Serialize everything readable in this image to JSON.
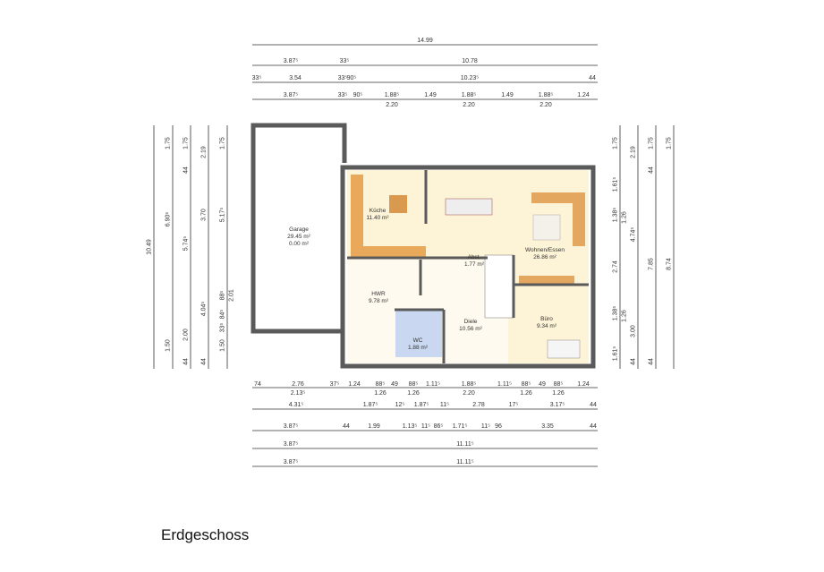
{
  "title": "Erdgeschoss",
  "rooms": {
    "garage": {
      "name": "Garage",
      "area": "29.45 m²",
      "area2": "0.00 m²"
    },
    "kueche": {
      "name": "Küche",
      "area": "11.40 m²"
    },
    "wohnen": {
      "name": "Wohnen/Essen",
      "area": "26.86 m²"
    },
    "abst": {
      "name": "Abst.",
      "area": "1.77 m²"
    },
    "hwr": {
      "name": "HWR",
      "area": "9.78 m²"
    },
    "diele": {
      "name": "Diele",
      "area": "10.56 m²"
    },
    "wc": {
      "name": "WC",
      "area": "1.88 m²"
    },
    "buero": {
      "name": "Büro",
      "area": "9.34 m²"
    }
  },
  "dims_top": {
    "r1": [
      "14.99"
    ],
    "r2": [
      "3.87⁵",
      "33⁵",
      "10.78"
    ],
    "r3": [
      "33⁵",
      "3.54",
      "33⁵",
      "90⁵",
      "10.23⁵",
      "44"
    ],
    "r4": [
      "3.87⁵",
      "33⁵",
      "90⁵",
      "1.88⁵",
      "1.49",
      "1.88⁵",
      "1.49",
      "1.88⁵",
      "1.24"
    ],
    "r4b": [
      "2.20",
      "2.20",
      "2.20"
    ]
  },
  "dims_bottom": {
    "r1": [
      "74",
      "2.76",
      "37⁵",
      "1.24",
      "88⁵",
      "49",
      "88⁵",
      "1.11⁵",
      "1.88⁵",
      "1.11⁵",
      "88⁵",
      "49",
      "88⁵",
      "1.24"
    ],
    "r1b": [
      "2.13⁵",
      "1.26",
      "1.26",
      "2.20",
      "1.26",
      "1.26"
    ],
    "r2": [
      "4.31⁵",
      "1.87⁵",
      "12⁵",
      "1.87⁵",
      "11⁵",
      "2.78",
      "17⁵",
      "3.17⁵",
      "44"
    ],
    "r3": [
      "3.87⁵",
      "44",
      "1.99",
      "1.13⁵",
      "11⁵",
      "86⁵",
      "1.71⁵",
      "11⁵",
      "96",
      "3.35",
      "44"
    ],
    "r4": [
      "3.87⁵",
      "11.11⁵"
    ],
    "r5": [
      "3.87⁵",
      "11.11⁵"
    ]
  },
  "dims_left": {
    "c1": [
      "10.49"
    ],
    "c2": [
      "1.75",
      "6.90⁵",
      "1.50"
    ],
    "c3": [
      "1.75",
      "44",
      "5.74⁵",
      "2.00",
      "44"
    ],
    "c4": [
      "2.19",
      "3.70",
      "4.04⁵",
      "44"
    ],
    "c5": [
      "1.75",
      "5.17⁵",
      "88⁵",
      "2.01",
      "84⁵",
      "33⁵",
      "1.50"
    ]
  },
  "dims_right": {
    "c1": [
      "1.75",
      "1.61⁵",
      "1.38⁵",
      "2.74",
      "1.38⁵",
      "1.61⁵"
    ],
    "c2": [
      "2.19",
      "1.26",
      "4.74⁵",
      "1.26",
      "3.00",
      "44"
    ],
    "c3": [
      "1.75",
      "44",
      "7.85",
      "44"
    ],
    "c4": [
      "1.75",
      "8.74"
    ]
  },
  "colors": {
    "wall": "#5a5a5a",
    "floor": "#fdf3d6",
    "counter": "#e9a95a",
    "wc": "#c9d8f0"
  }
}
